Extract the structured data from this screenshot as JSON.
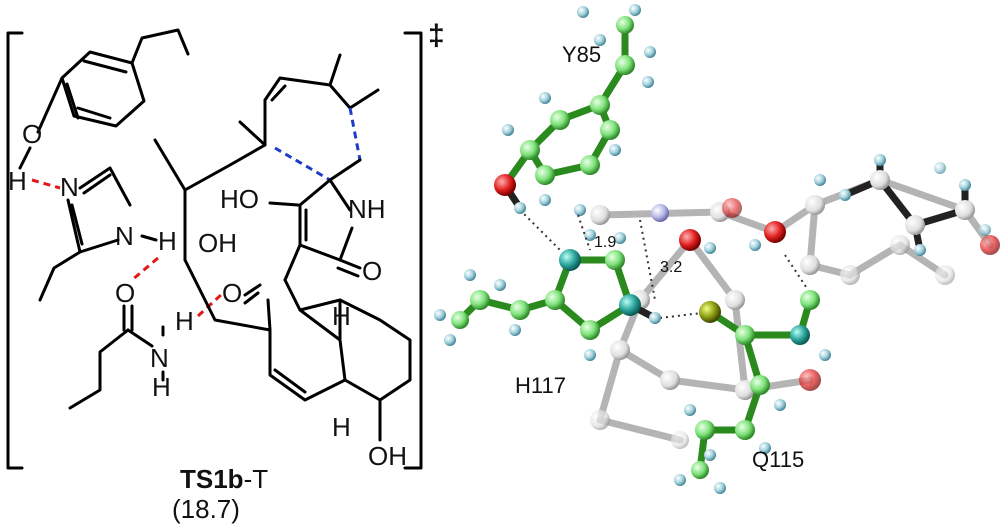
{
  "scheme": {
    "dagger": "‡",
    "ts_name_bold": "TS1b",
    "ts_name_suffix": "-T",
    "energy": "(18.7)"
  },
  "structure_2d": {
    "atoms": {
      "o_phenol": "O",
      "h_phenol": "H",
      "n_imid_top": "N",
      "n_imid_bottom": "N",
      "h_imid": "H",
      "o_amide": "O",
      "h_amide": "H",
      "n_amide": "N",
      "h_amide_n": "H",
      "oh_left": "OH",
      "ho_ring": "HO",
      "nh_ring": "NH",
      "o_lactam": "O",
      "o_ketone": "O",
      "h_top": "H",
      "h_bottom": "H",
      "oh_bottom": "OH"
    }
  },
  "structure_3d": {
    "residues": {
      "y85": "Y85",
      "h117": "H117",
      "q115": "Q115"
    },
    "distances": {
      "d1": "1.9",
      "d2": "3.2"
    }
  },
  "colors": {
    "hbond": "#e01818",
    "forming_bond": "#1f3cc8",
    "residue_carbon": "#7ee27a",
    "oxygen": "#e02020",
    "nitrogen": "#2aa39a",
    "sulfur": "#8a9a10",
    "hydrogen": "#7fb8c8"
  }
}
